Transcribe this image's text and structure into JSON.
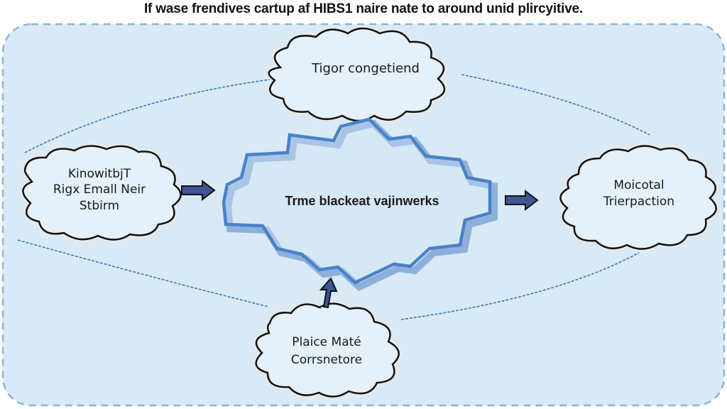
{
  "title": "If wase frendives cartup af HIBS1 naire nate to around unid plircyitive.",
  "colors": {
    "panel_fill": "#d9eaf6",
    "panel_border": "#8fb3d3",
    "central_stroke": "#4a82c8",
    "central_shadow": "#7fa6d6",
    "arrow_fill": "#3e5596",
    "arrow_outline": "#111111",
    "cloud_stroke": "#111111",
    "cloud_fill": "#e4f0fa",
    "connector": "#3a78b5"
  },
  "nodes": {
    "top": {
      "lines": [
        "Tigor congetiend"
      ]
    },
    "left": {
      "lines": [
        "KinowitbjT",
        "Rigx Emall Neir",
        "Stbirm"
      ]
    },
    "center": {
      "lines": [
        "Trme blackeat vajinwerks"
      ]
    },
    "right": {
      "lines": [
        "Moicotal",
        "Trierpaction"
      ]
    },
    "bottom": {
      "lines": [
        "Plaice Maté",
        "Corrsnetore"
      ]
    }
  },
  "edges": [
    {
      "from": "left",
      "to": "center",
      "style": "arrow"
    },
    {
      "from": "center",
      "to": "right",
      "style": "arrow"
    },
    {
      "from": "bottom",
      "to": "center",
      "style": "arrow"
    },
    {
      "from": "left",
      "to": "top",
      "style": "dashed"
    },
    {
      "from": "top",
      "to": "right",
      "style": "dashed"
    },
    {
      "from": "left",
      "to": "bottom",
      "style": "dashed"
    },
    {
      "from": "bottom",
      "to": "right",
      "style": "dashed"
    }
  ]
}
